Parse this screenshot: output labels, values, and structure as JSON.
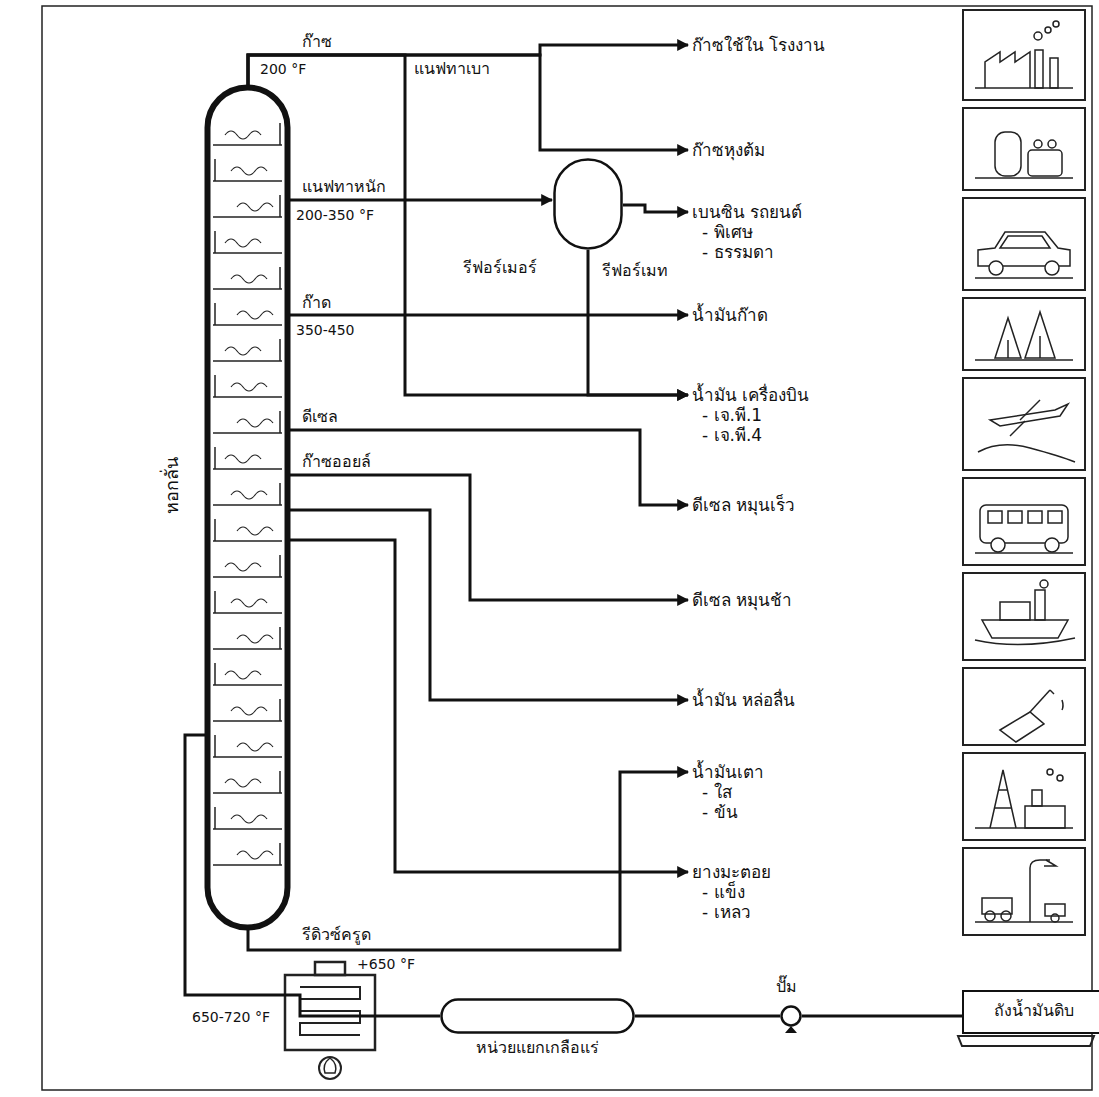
{
  "diagram": {
    "nodes": [
      {
        "text": [
          "หอกลั่น"
        ]
      },
      {
        "text": [
          "ก๊าซใช้ใน โรงงาน"
        ]
      },
      {
        "text": [
          "ก๊าซหุงต้ม"
        ]
      },
      {
        "text": [
          "รีฟอร์เมอร์"
        ]
      },
      {
        "text": [
          "เบนซิน รถยนต์",
          "- พิเศษ",
          "- ธรรมดา"
        ]
      },
      {
        "text": [
          "น้ำมันก๊าด"
        ]
      },
      {
        "text": [
          "น้ำมัน เครื่องบิน",
          "- เจ.พี.1",
          "- เจ.พี.4"
        ]
      },
      {
        "text": [
          "ดีเซล หมุนเร็ว"
        ]
      },
      {
        "text": [
          "ดีเซล หมุนช้า"
        ]
      },
      {
        "text": [
          "น้ำมัน หล่อลื่น"
        ]
      },
      {
        "text": [
          "น้ำมันเตา",
          "- ใส",
          "- ข้น"
        ]
      },
      {
        "text": [
          "ยางมะตอย",
          "- แข็ง",
          "- เหลว"
        ]
      },
      {
        "text": [
          "หน่วยแยกเกลือแร่"
        ]
      },
      {
        "text": [
          "ปั๊ม"
        ]
      },
      {
        "text": [
          "ถังน้ำมันดิบ"
        ]
      }
    ],
    "edges": [
      {
        "from": 0,
        "to": 1,
        "label": "ก๊าซ",
        "arrow": "to"
      },
      {
        "from": 0,
        "to": 2,
        "arrow": "to"
      },
      {
        "from": 0,
        "to": 3,
        "label": "แนฟทาหนัก",
        "arrow": "to"
      },
      {
        "from": 3,
        "to": 4,
        "label": "รีฟอร์เมท",
        "arrow": "to"
      },
      {
        "from": 0,
        "to": 5,
        "label": "ก๊าด",
        "arrow": "to"
      },
      {
        "from": 0,
        "to": 6,
        "label": "แนฟทาเบา",
        "arrow": "to"
      },
      {
        "from": 3,
        "to": 6,
        "arrow": "to"
      },
      {
        "from": 0,
        "to": 7,
        "label": "ดีเซล",
        "arrow": "to"
      },
      {
        "from": 0,
        "to": 8,
        "label": "ก๊าซออยล์",
        "arrow": "to"
      },
      {
        "from": 0,
        "to": 9,
        "arrow": "to"
      },
      {
        "from": 0,
        "to": 11,
        "arrow": "to"
      },
      {
        "from": 0,
        "to": 10,
        "label": "รีดิวซ์ครูด",
        "arrow": "to"
      },
      {
        "from": 14,
        "to": 13,
        "arrow": "none"
      },
      {
        "from": 13,
        "to": 12,
        "arrow": "none"
      },
      {
        "from": 12,
        "to": 0,
        "arrow": "none"
      }
    ],
    "labels": [
      "200 °F",
      "200-350 °F",
      "350-450",
      "+650 °F",
      "650-720 °F"
    ]
  }
}
